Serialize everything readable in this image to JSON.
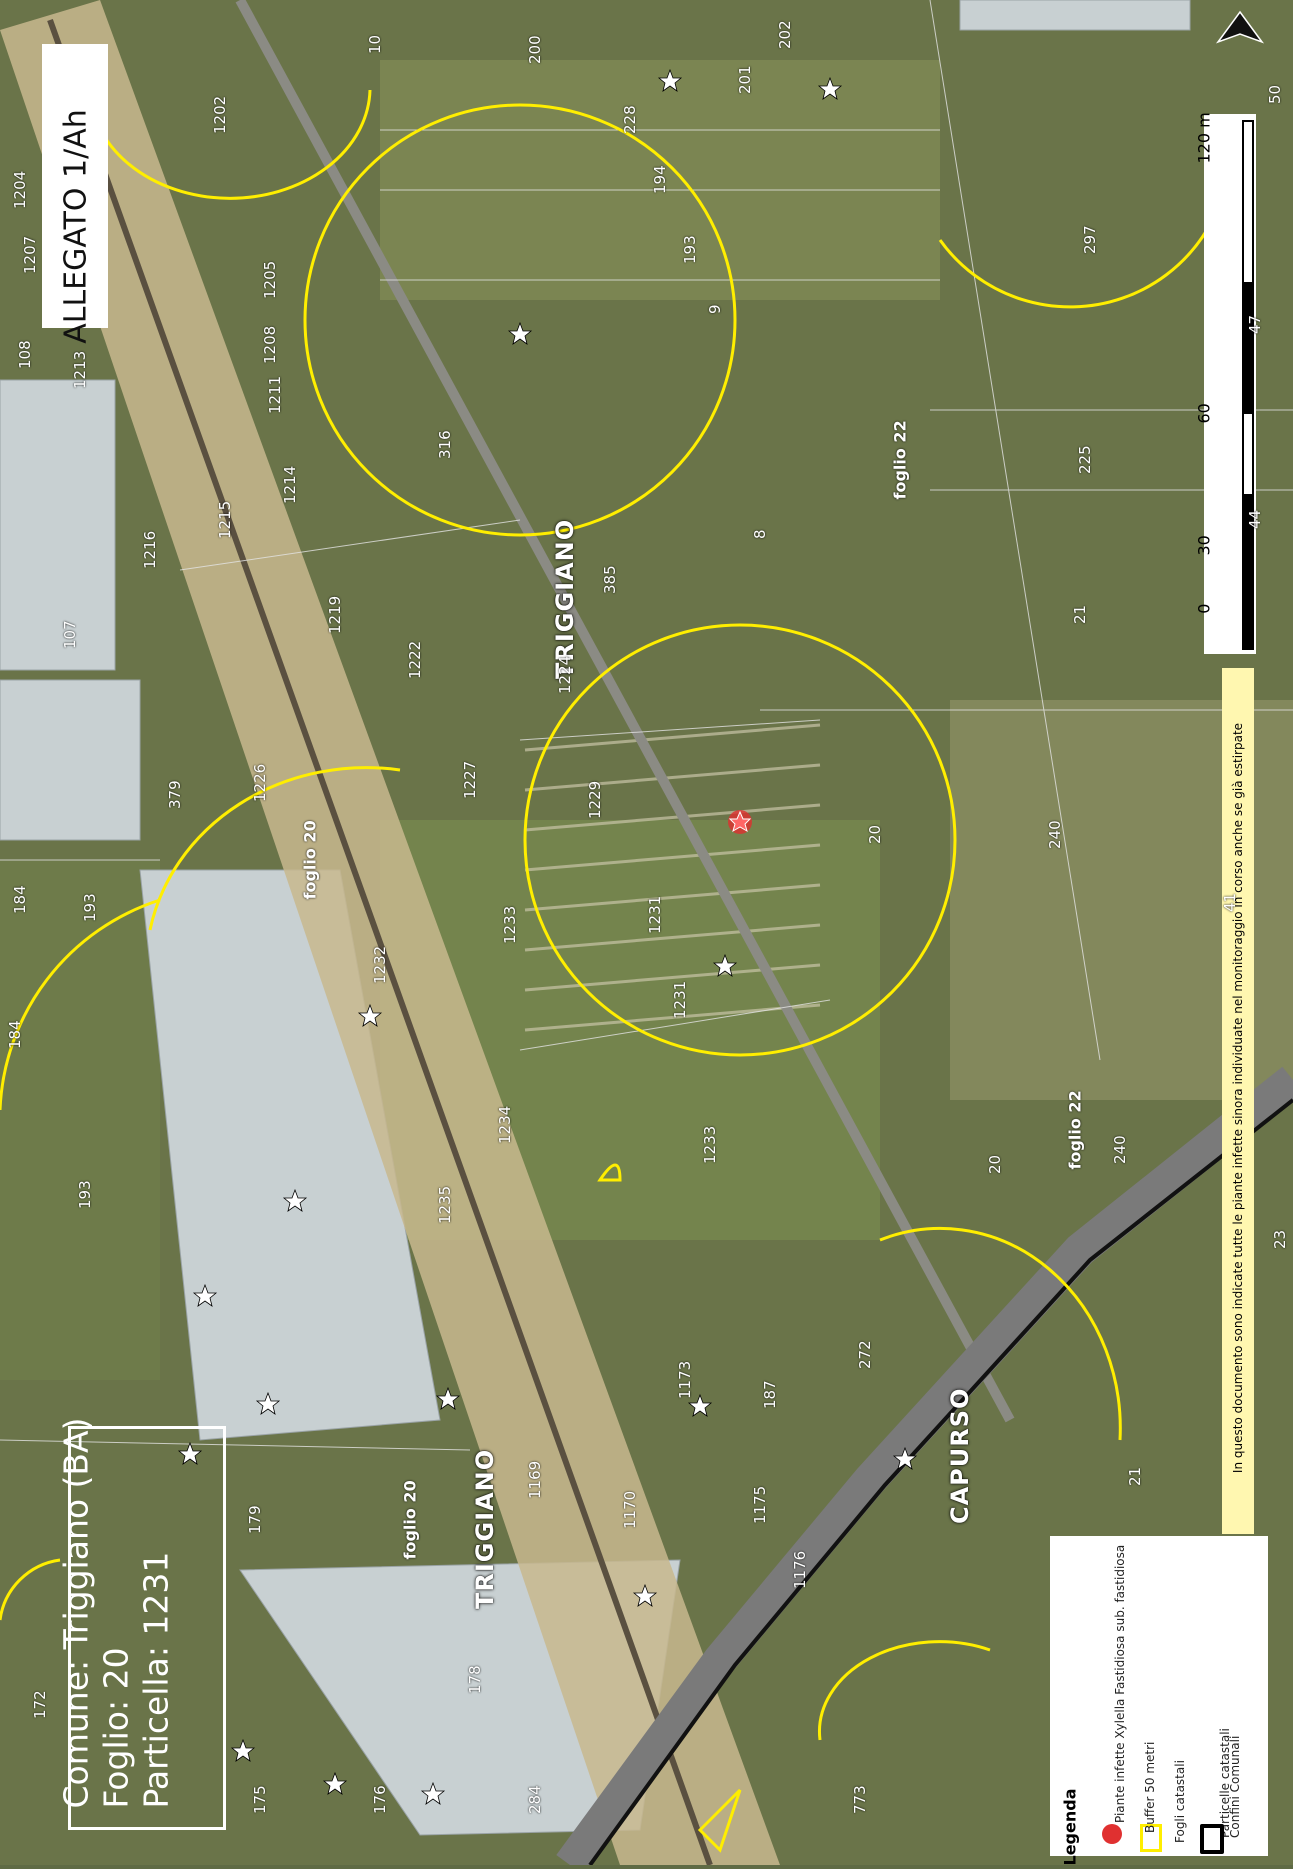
{
  "title": "ALLEGATO 1/Ah",
  "info": {
    "comune": "Comune: Triggiano (BA)",
    "foglio": "Foglio: 20",
    "particella": "Particella: 1231"
  },
  "scale_bar": {
    "labels": [
      "0",
      "30",
      "60",
      "120 m"
    ]
  },
  "disclaimer": "In questo documento sono indicate tutte le piante infette sinora individuate nel monitoraggio in corso anche se già estirpate",
  "legend": {
    "title": "Legenda",
    "items": [
      "Piante infette Xylella Fastidiosa sub. fastidiosa",
      "Buffer 50 metri",
      "Fogli catastali",
      "Particelle catastali",
      "Confini Comunali"
    ]
  },
  "places": {
    "triggiano_top": "TRIGGIANO",
    "triggiano_bottom": "TRIGGIANO",
    "capurso": "CAPURSO"
  },
  "fogli": {
    "f22_a": "foglio 22",
    "f22_b": "foglio 22",
    "f20_a": "foglio 20",
    "f20_b": "foglio 20"
  },
  "parcels": {
    "p1": "1202",
    "p2": "200",
    "p3": "202",
    "p4": "201",
    "p5": "228",
    "p6": "194",
    "p7": "193",
    "p8": "1205",
    "p9": "1208",
    "p10": "1213",
    "p11": "1211",
    "p12": "1214",
    "p13": "1216",
    "p14": "316",
    "p15": "8",
    "p16": "385",
    "p17": "1222",
    "p18": "1224",
    "p19": "379",
    "p20": "1226",
    "p21": "1227",
    "p22": "1229",
    "p23": "1231",
    "p24": "1231",
    "p25": "1233",
    "p26": "1233",
    "p27": "184",
    "p28": "193",
    "p29": "184",
    "p30": "193",
    "p31": "1235",
    "p32": "20",
    "p33": "240",
    "p34": "21",
    "p35": "225",
    "p36": "297",
    "p37": "9",
    "p38": "20",
    "p39": "240",
    "p40": "272",
    "p41": "187",
    "p42": "1173",
    "p43": "1175",
    "p44": "1176",
    "p45": "1169",
    "p46": "179",
    "p47": "178",
    "p48": "175",
    "p49": "176",
    "p50": "284",
    "p51": "773",
    "p52": "172",
    "p53": "41",
    "p54": "23",
    "p55": "10",
    "p56": "1204",
    "p57": "1207",
    "p58": "108",
    "p59": "107",
    "p60": "1215",
    "p61": "1219",
    "p62": "1232",
    "p63": "1234",
    "p64": "1170",
    "p65": "21",
    "p66": "44",
    "p67": "47",
    "p68": "50"
  },
  "colors": {
    "buffer": "#ffee00",
    "infected": "#e03030",
    "parcel_lines": "#dddddd",
    "greenhouse": "#c7cfd0",
    "road": "#7d7d7d"
  }
}
